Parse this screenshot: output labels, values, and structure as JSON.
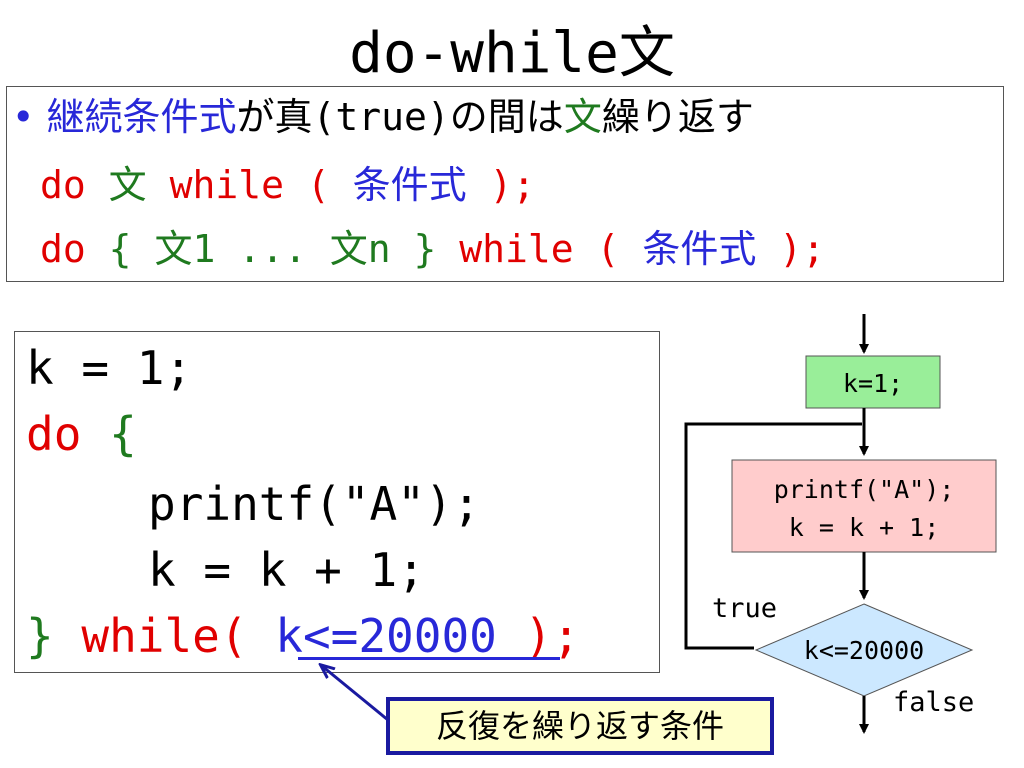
{
  "title": "do-while文",
  "syntax": {
    "bullet": "•",
    "desc": {
      "cond": "継続条件式",
      "mid": "が真(true)の間は",
      "stmt": "文",
      "tail": "繰り返す"
    },
    "line1": {
      "do": "do",
      "stmt": "文",
      "while": "while (",
      "cond": "条件式",
      "close": ");"
    },
    "line2": {
      "do": "do",
      "open": "{",
      "stmts": "文1 ... 文n",
      "close_brace": "}",
      "while": "while (",
      "cond": "条件式",
      "close": ");"
    }
  },
  "code": {
    "line1": "k = 1;",
    "do": "do",
    "open": "{",
    "line3": "printf(\"A\");",
    "line4": "k = k + 1;",
    "close_brace": "}",
    "while_kw": "while(",
    "cond": "k<=20000",
    "end": ");"
  },
  "callout": "反復を繰り返す条件",
  "flowchart": {
    "init": "k=1;",
    "body_line1": "printf(\"A\");",
    "body_line2": "k = k + 1;",
    "decision": "k<=20000",
    "true_label": "true",
    "false_label": "false"
  },
  "colors": {
    "keyword": "#e00000",
    "statement": "#1f7a1f",
    "condition": "#2828d8",
    "init_fill": "#99ee99",
    "body_fill": "#ffcccc",
    "decision_fill": "#cce8ff",
    "callout_fill": "#ffffcc",
    "callout_border": "#1a1aa0"
  }
}
